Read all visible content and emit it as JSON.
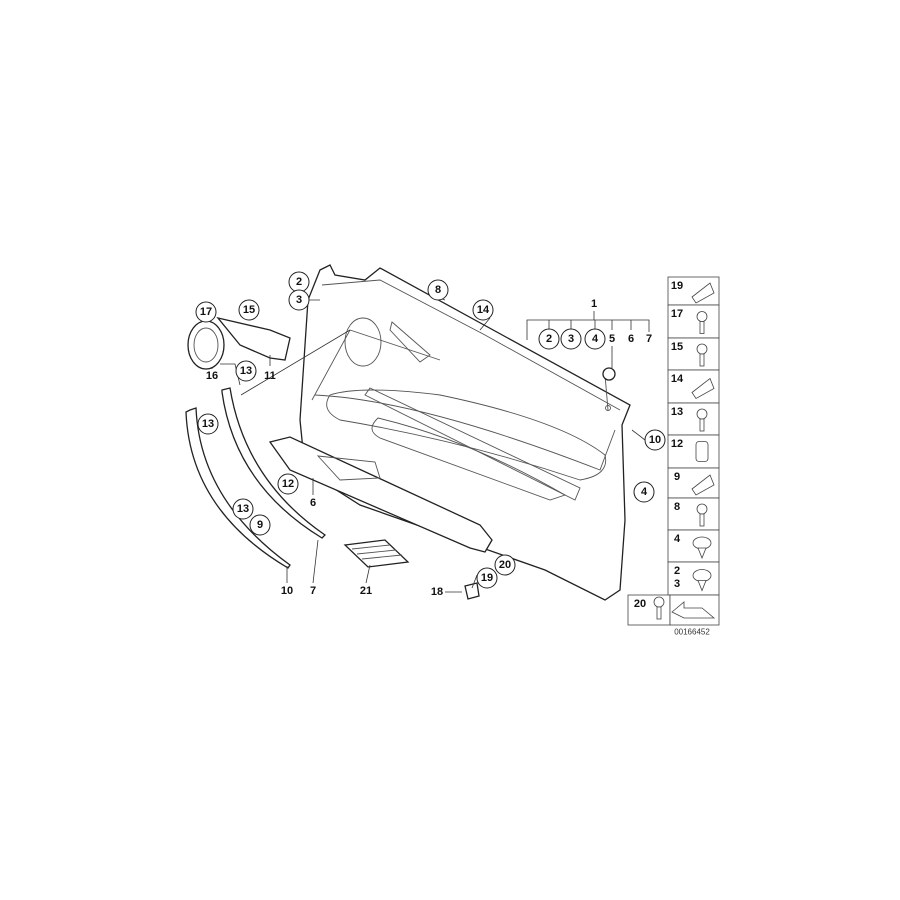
{
  "diagram": {
    "callouts": [
      {
        "label": "2",
        "circled": true
      },
      {
        "label": "3",
        "circled": true
      },
      {
        "label": "8",
        "circled": true
      },
      {
        "label": "14",
        "circled": true
      },
      {
        "label": "1",
        "circled": false
      },
      {
        "label": "2",
        "circled": true
      },
      {
        "label": "3",
        "circled": true
      },
      {
        "label": "4",
        "circled": true
      },
      {
        "label": "5",
        "circled": false
      },
      {
        "label": "6",
        "circled": false
      },
      {
        "label": "7",
        "circled": false
      },
      {
        "label": "17",
        "circled": true
      },
      {
        "label": "15",
        "circled": true
      },
      {
        "label": "16",
        "circled": false
      },
      {
        "label": "11",
        "circled": false
      },
      {
        "label": "13",
        "circled": true
      },
      {
        "label": "13",
        "circled": true
      },
      {
        "label": "12",
        "circled": true
      },
      {
        "label": "6",
        "circled": false
      },
      {
        "label": "13",
        "circled": true
      },
      {
        "label": "9",
        "circled": true
      },
      {
        "label": "10",
        "circled": false
      },
      {
        "label": "7",
        "circled": false
      },
      {
        "label": "21",
        "circled": false
      },
      {
        "label": "18",
        "circled": false
      },
      {
        "label": "19",
        "circled": true
      },
      {
        "label": "20",
        "circled": true
      },
      {
        "label": "10",
        "circled": true
      },
      {
        "label": "4",
        "circled": true
      }
    ],
    "legend_items": [
      {
        "label": "19",
        "icon": "clip-nut-icon"
      },
      {
        "label": "17",
        "icon": "screw-icon"
      },
      {
        "label": "15",
        "icon": "screw-icon"
      },
      {
        "label": "14",
        "icon": "clip-icon"
      },
      {
        "label": "13",
        "icon": "screw-icon"
      },
      {
        "label": "12",
        "icon": "socket-icon"
      },
      {
        "label": "9",
        "icon": "clip-icon"
      },
      {
        "label": "8",
        "icon": "screw-icon"
      },
      {
        "label": "4",
        "icon": "expanding-rivet-icon"
      },
      {
        "label": "2\n3",
        "icon": "expanding-rivet-icon"
      },
      {
        "label": "20",
        "icon": "screw-icon"
      },
      {
        "label": "",
        "icon": "arrow-icon"
      }
    ],
    "diagram_number": "00166452"
  }
}
